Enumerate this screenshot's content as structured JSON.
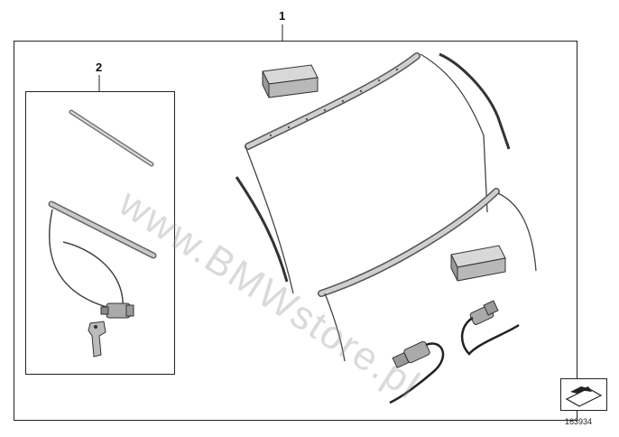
{
  "callouts": {
    "kit_label": "1",
    "subset_label": "2"
  },
  "watermark": "www.BMWstore.pl",
  "diagram_number": "163934",
  "icons": {
    "corner": "arrow-icon"
  }
}
